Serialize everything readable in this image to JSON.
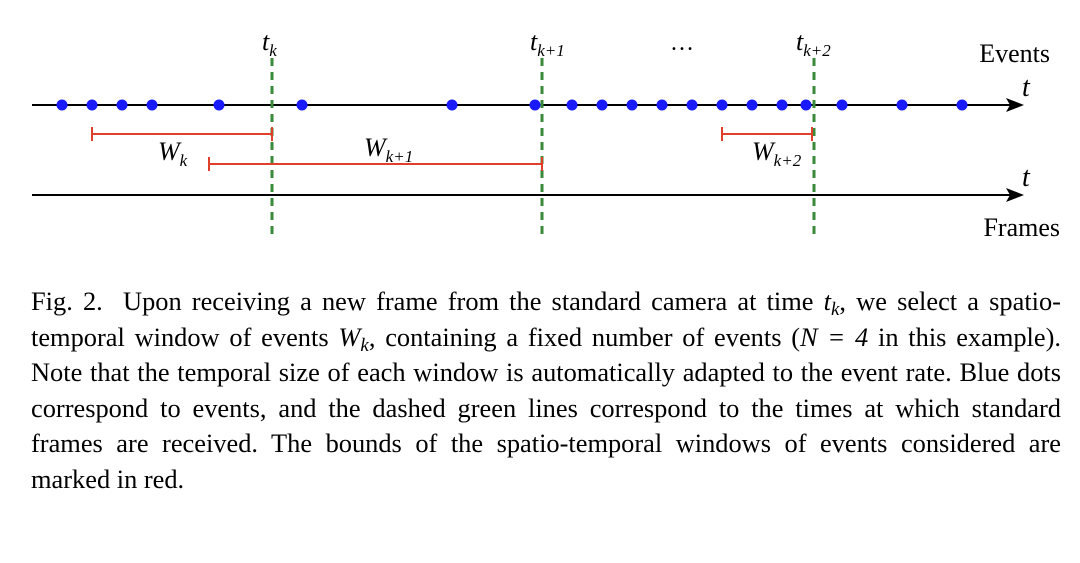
{
  "figure": {
    "events_axis": {
      "label": "Events",
      "var": "t"
    },
    "frames_axis": {
      "label": "Frames",
      "var": "t"
    },
    "ellipsis": "…",
    "frame_times": [
      {
        "base": "t",
        "sub": "k"
      },
      {
        "base": "t",
        "sub": "k+1"
      },
      {
        "base": "t",
        "sub": "k+2"
      }
    ],
    "windows": [
      {
        "base": "W",
        "sub": "k"
      },
      {
        "base": "W",
        "sub": "k+1"
      },
      {
        "base": "W",
        "sub": "k+2"
      }
    ],
    "colors": {
      "axis": "#000000",
      "event_dot": "#1a1aff",
      "frame_line": "#3a8a3a",
      "window": "#e0402a"
    }
  },
  "caption": {
    "fig_label": "Fig. 2.",
    "seg1": "Upon receiving a new frame from the standard camera at time",
    "tk_base": "t",
    "tk_sub": "k",
    "seg2": ", we select a spatio-temporal window of events",
    "wk_base": "W",
    "wk_sub": "k",
    "seg3": ", containing a fixed number of events (",
    "n_eq": "N = 4",
    "seg4": " in this example). Note that the temporal size of each window is automatically adapted to the event rate. Blue dots correspond to events, and the dashed green lines correspond to the times at which standard frames are received. The bounds of the spatio-temporal windows of events considered are marked in red."
  }
}
